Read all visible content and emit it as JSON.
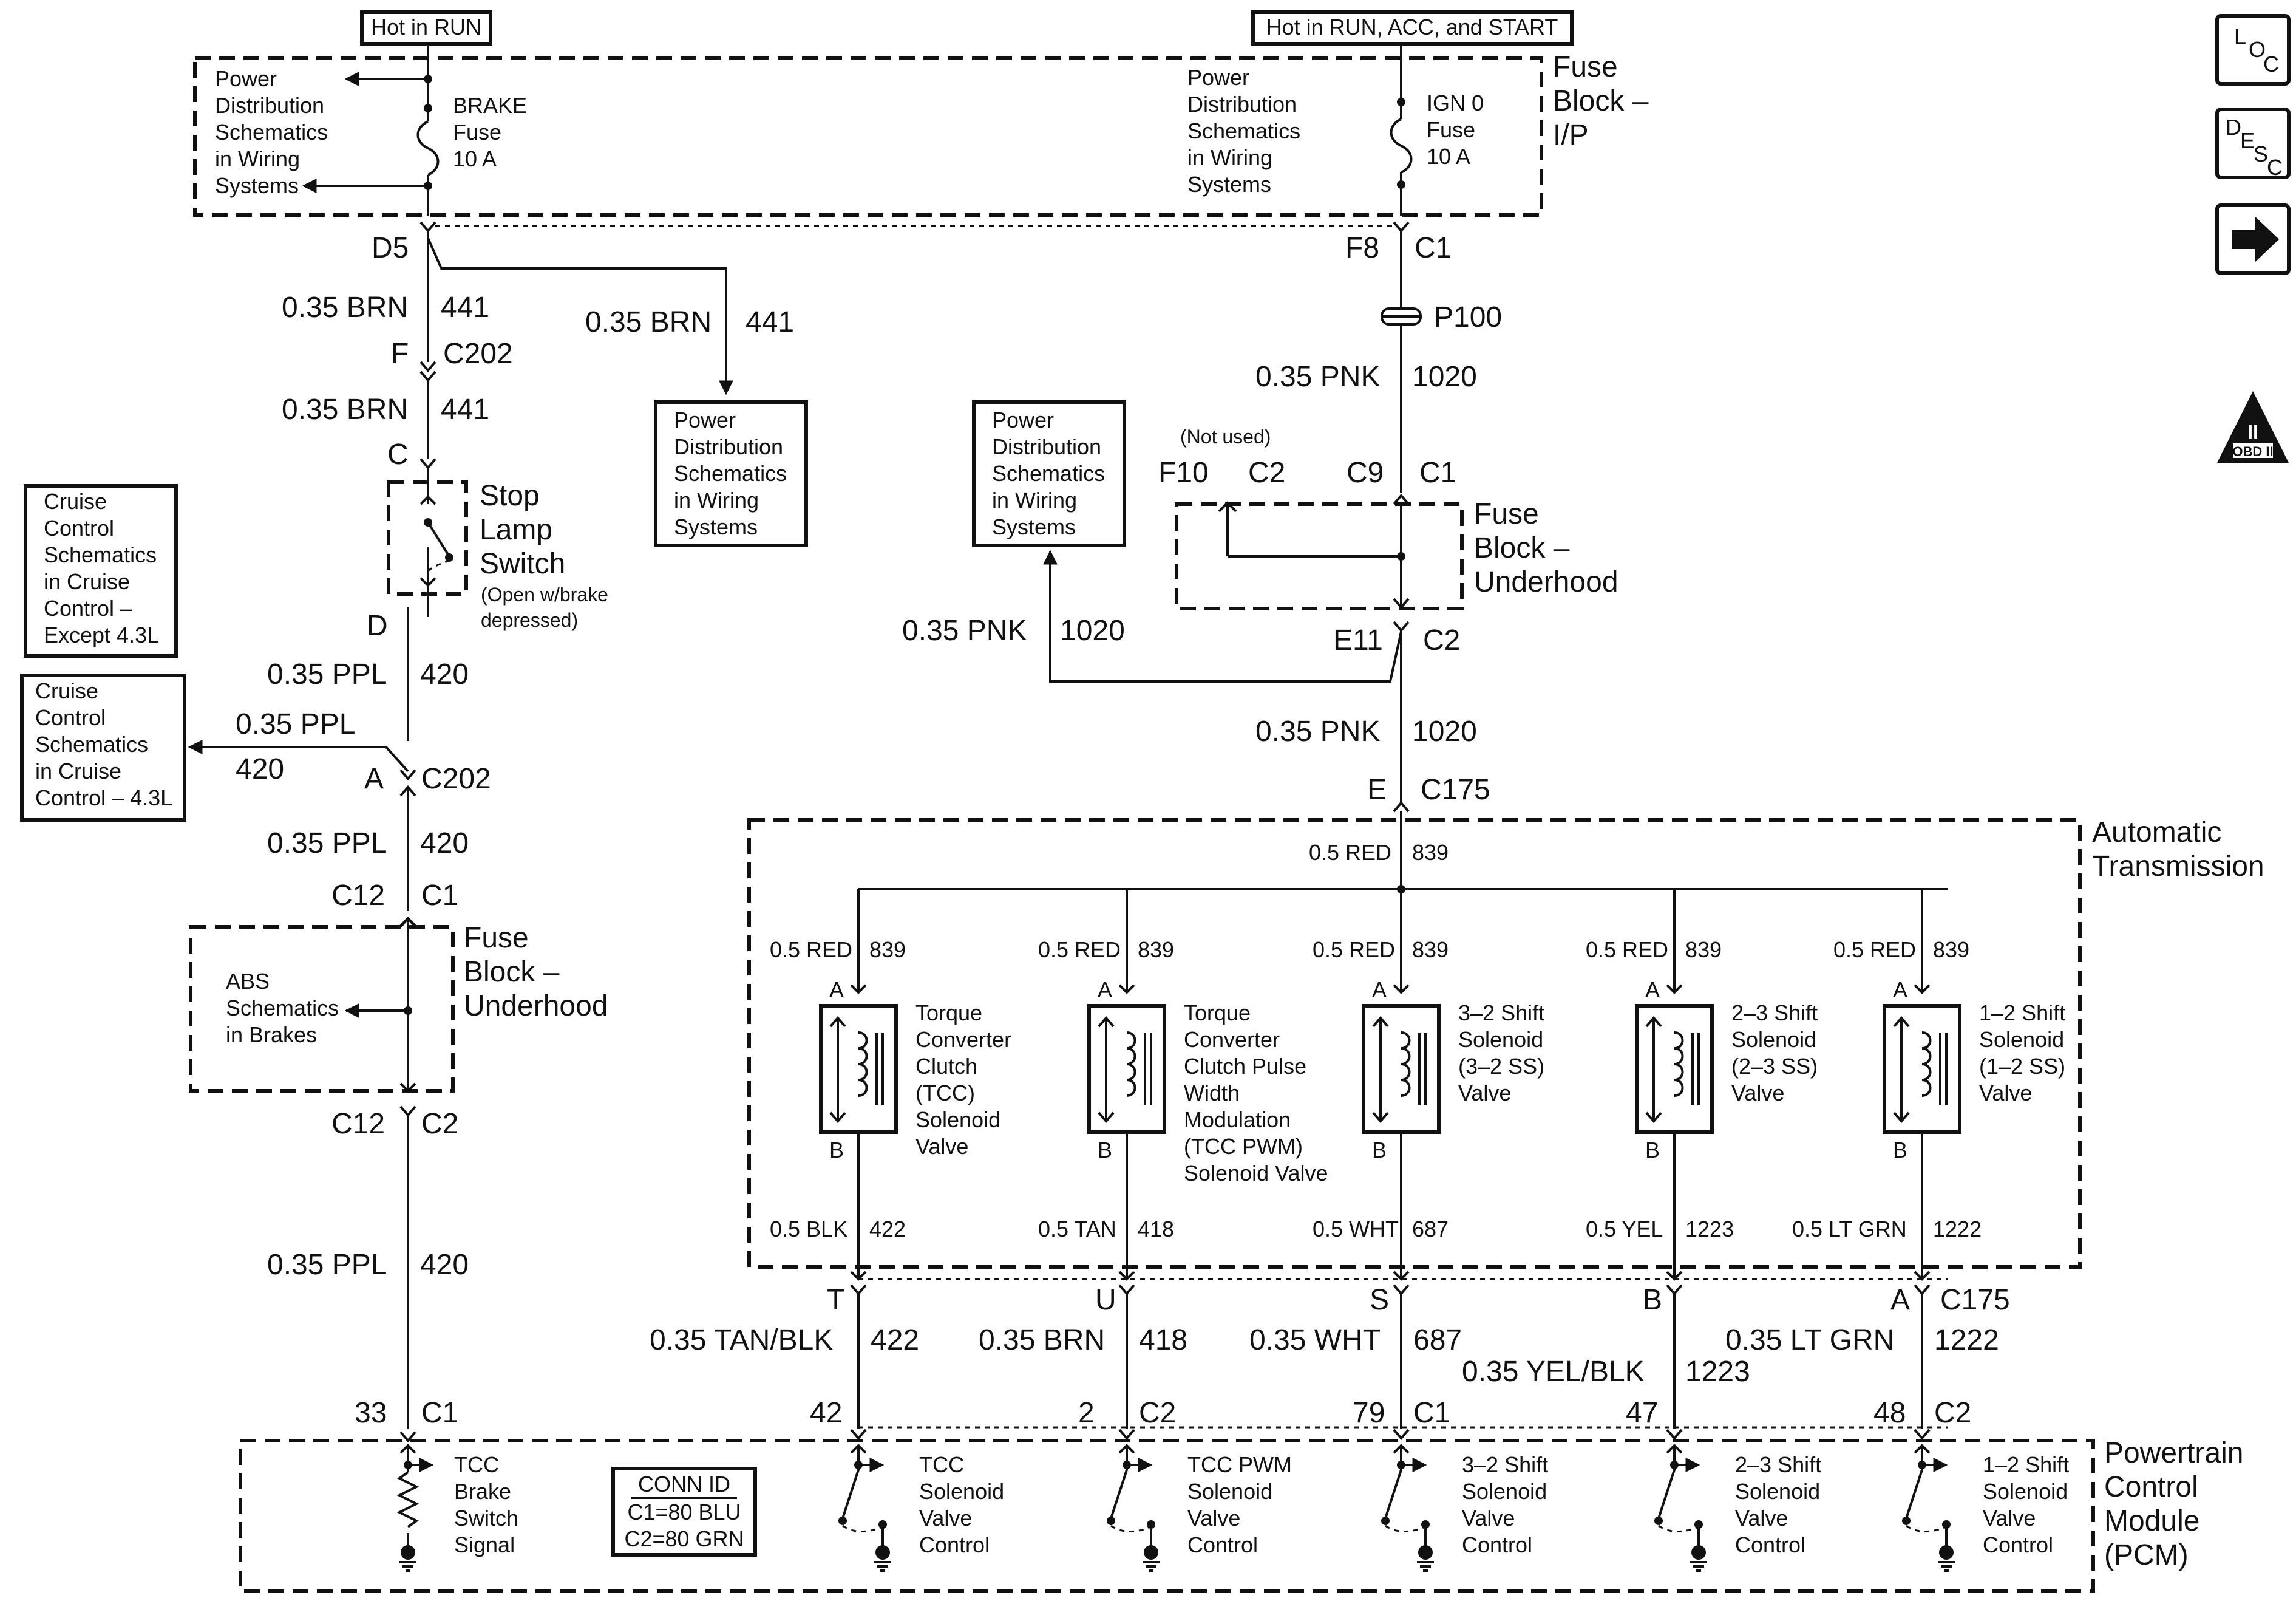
{
  "hot_labels": {
    "run": "Hot in RUN",
    "run_acc_start": "Hot in RUN, ACC, and START"
  },
  "fuse_block_ip": {
    "title": [
      "Fuse",
      "Block –",
      "I/P"
    ],
    "pds_left": [
      "Power",
      "Distribution",
      "Schematics",
      "in Wiring",
      "Systems"
    ],
    "pds_right": [
      "Power",
      "Distribution",
      "Schematics",
      "in Wiring",
      "Systems"
    ],
    "brake_fuse": [
      "BRAKE",
      "Fuse",
      "10 A"
    ],
    "ign_fuse": [
      "IGN 0",
      "Fuse",
      "10 A"
    ]
  },
  "side_icons": {
    "loc": [
      "L",
      "O",
      "C"
    ],
    "desc": [
      "D",
      "E",
      "S",
      "C"
    ],
    "obd": [
      "II",
      "OBD II"
    ]
  },
  "left_circuit": {
    "d5": "D5",
    "w1_gauge": "0.35 BRN",
    "w1_num": "441",
    "f": "F",
    "c202_top": "C202",
    "w2_gauge": "0.35 BRN",
    "w2_num": "441",
    "c": "C",
    "branch_gauge": "0.35 BRN",
    "branch_num": "441",
    "pds_mid": [
      "Power",
      "Distribution",
      "Schematics",
      "in Wiring",
      "Systems"
    ],
    "stop_lamp": [
      "Stop",
      "Lamp",
      "Switch"
    ],
    "stop_note": [
      "(Open w/brake",
      "depressed)"
    ],
    "d": "D",
    "w3_gauge": "0.35 PPL",
    "w3_num": "420",
    "cruise_except": [
      "Cruise",
      "Control",
      "Schematics",
      "in Cruise",
      "Control –",
      "Except 4.3L"
    ],
    "cruise_43": [
      "Cruise",
      "Control",
      "Schematics",
      "in Cruise",
      "Control – 4.3L"
    ],
    "cruise_gauge": "0.35 PPL",
    "cruise_num": "420",
    "a": "A",
    "c202_mid": "C202",
    "w4_gauge": "0.35 PPL",
    "w4_num": "420",
    "c12_top": "C12",
    "c1_top": "C1",
    "fuse_uh": [
      "Fuse",
      "Block –",
      "Underhood"
    ],
    "abs": [
      "ABS",
      "Schematics",
      "in Brakes"
    ],
    "c12_bot": "C12",
    "c2_bot": "C2",
    "w5_gauge": "0.35 PPL",
    "w5_num": "420",
    "pin33": "33",
    "c1_pcm": "C1"
  },
  "right_circuit": {
    "f8": "F8",
    "c1": "C1",
    "p100": "P100",
    "w1_gauge": "0.35 PNK",
    "w1_num": "1020",
    "pds": [
      "Power",
      "Distribution",
      "Schematics",
      "in Wiring",
      "Systems"
    ],
    "not_used": "(Not used)",
    "f10": "F10",
    "c2": "C2",
    "c9": "C9",
    "c1b": "C1",
    "fuse_uh": [
      "Fuse",
      "Block –",
      "Underhood"
    ],
    "pnk_gauge": "0.35 PNK",
    "pnk_num": "1020",
    "e11": "E11",
    "c2b": "C2",
    "w2_gauge": "0.35 PNK",
    "w2_num": "1020",
    "e": "E",
    "c175": "C175"
  },
  "auto_trans": {
    "title": [
      "Automatic",
      "Transmission"
    ],
    "feed_gauge": "0.5 RED",
    "feed_num": "839",
    "solenoids": [
      {
        "top_gauge": "0.5 RED",
        "top_num": "839",
        "pin_a": "A",
        "pin_b": "B",
        "label": [
          "Torque",
          "Converter",
          "Clutch",
          "(TCC)",
          "Solenoid",
          "Valve"
        ],
        "bot_gauge": "0.5 BLK",
        "bot_num": "422"
      },
      {
        "top_gauge": "0.5 RED",
        "top_num": "839",
        "pin_a": "A",
        "pin_b": "B",
        "label": [
          "Torque",
          "Converter",
          "Clutch Pulse",
          "Width",
          "Modulation",
          "(TCC PWM)",
          "Solenoid Valve"
        ],
        "bot_gauge": "0.5 TAN",
        "bot_num": "418"
      },
      {
        "top_gauge": "0.5 RED",
        "top_num": "839",
        "pin_a": "A",
        "pin_b": "B",
        "label": [
          "3–2 Shift",
          "Solenoid",
          "(3–2 SS)",
          "Valve"
        ],
        "bot_gauge": "0.5 WHT",
        "bot_num": "687"
      },
      {
        "top_gauge": "0.5 RED",
        "top_num": "839",
        "pin_a": "A",
        "pin_b": "B",
        "label": [
          "2–3 Shift",
          "Solenoid",
          "(2–3 SS)",
          "Valve"
        ],
        "bot_gauge": "0.5 YEL",
        "bot_num": "1223"
      },
      {
        "top_gauge": "0.5 RED",
        "top_num": "839",
        "pin_a": "A",
        "pin_b": "B",
        "label": [
          "1–2 Shift",
          "Solenoid",
          "(1–2 SS)",
          "Valve"
        ],
        "bot_gauge": "0.5 LT GRN",
        "bot_num": "1222"
      }
    ]
  },
  "c175_pins": [
    "T",
    "U",
    "S",
    "B",
    "A"
  ],
  "c175_label": "C175",
  "pcm_wires": [
    {
      "gauge": "0.35 TAN/BLK",
      "num": "422",
      "pin": "42",
      "conn": ""
    },
    {
      "gauge": "0.35 BRN",
      "num": "418",
      "pin": "2",
      "conn": "C2"
    },
    {
      "gauge": "0.35 WHT",
      "num": "687",
      "pin": "79",
      "conn": "C1"
    },
    {
      "gauge": "0.35 YEL/BLK",
      "num": "1223",
      "pin": "47",
      "conn": ""
    },
    {
      "gauge": "0.35 LT GRN",
      "num": "1222",
      "pin": "48",
      "conn": "C2"
    }
  ],
  "pcm": {
    "title": [
      "Powertrain",
      "Control",
      "Module",
      "(PCM)"
    ],
    "brake_signal": [
      "TCC",
      "Brake",
      "Switch",
      "Signal"
    ],
    "conn_id": [
      "CONN ID",
      "C1=80 BLU",
      "C2=80 GRN"
    ],
    "controls": [
      [
        "TCC",
        "Solenoid",
        "Valve",
        "Control"
      ],
      [
        "TCC PWM",
        "Solenoid",
        "Valve",
        "Control"
      ],
      [
        "3–2 Shift",
        "Solenoid",
        "Valve",
        "Control"
      ],
      [
        "2–3 Shift",
        "Solenoid",
        "Valve",
        "Control"
      ],
      [
        "1–2 Shift",
        "Solenoid",
        "Valve",
        "Control"
      ]
    ]
  }
}
